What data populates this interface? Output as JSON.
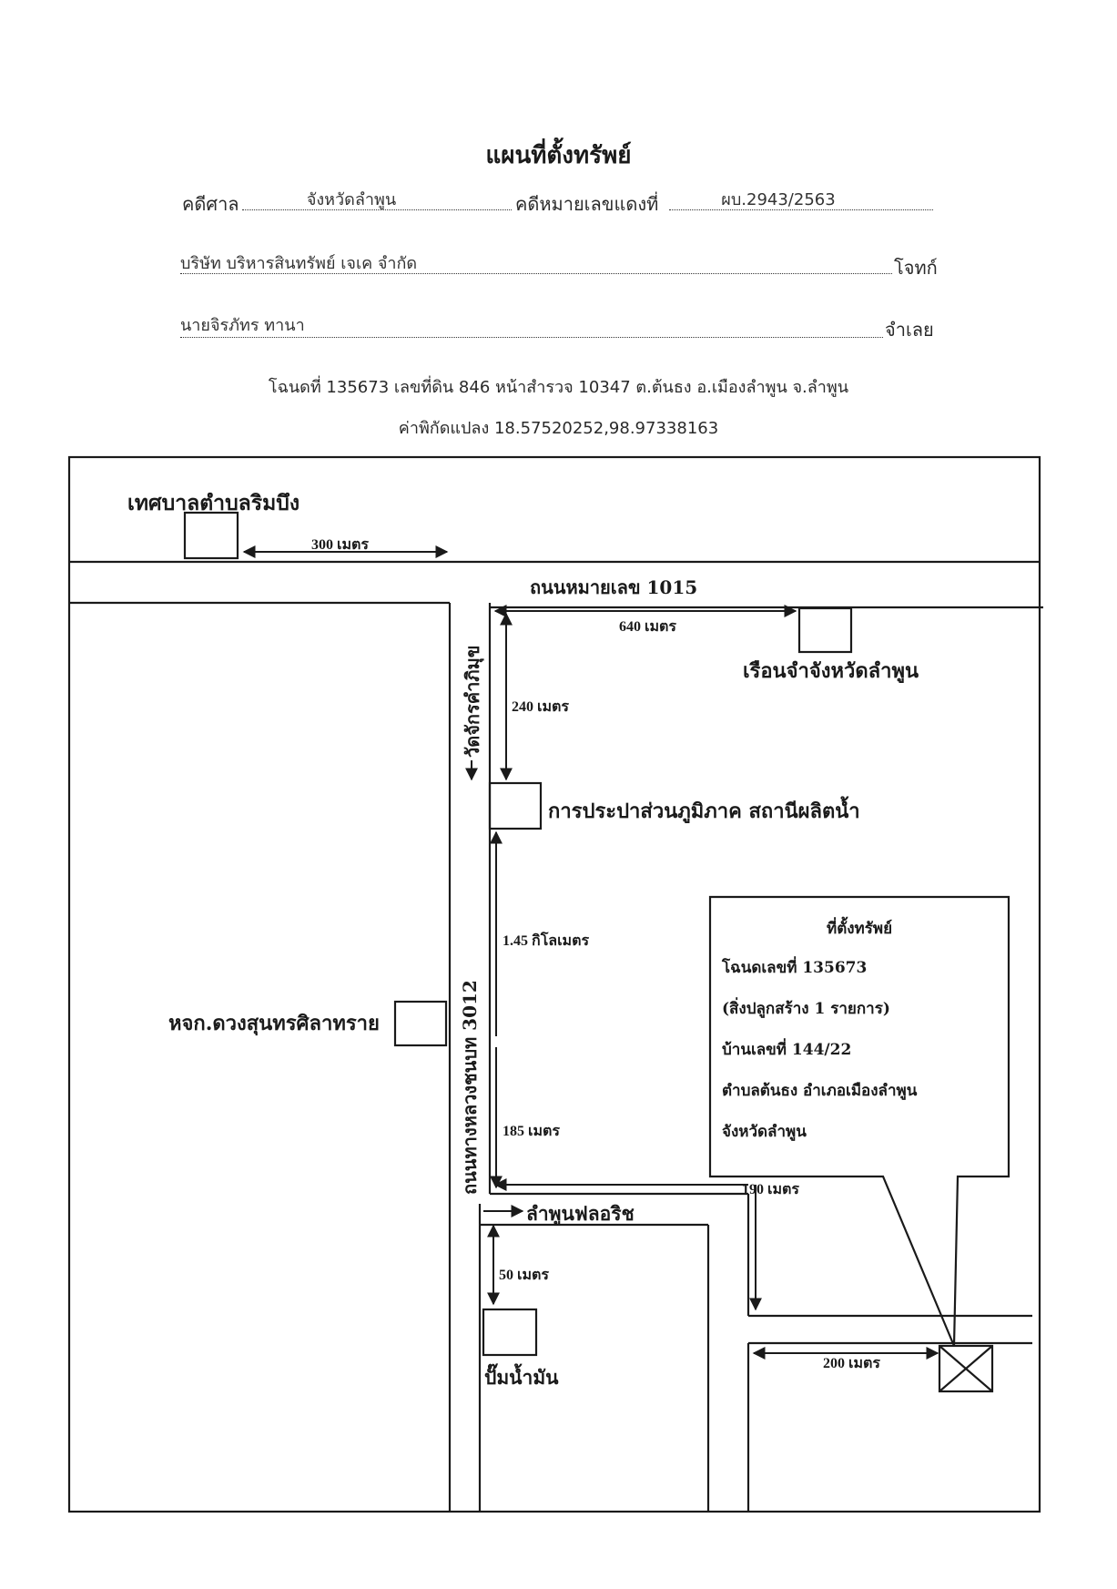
{
  "header": {
    "title": "แผนที่ตั้งทรัพย์",
    "court_label": "คดีศาล",
    "court_value": "จังหวัดลำพูน",
    "case_label": "คดีหมายเลขแดงที่",
    "case_value": "ผบ.2943/2563",
    "plaintiff_value": "บริษัท บริหารสินทรัพย์ เจเค จำกัด",
    "plaintiff_label": "โจทก์",
    "defendant_value": "นายจิรภัทร ทานา",
    "defendant_label": "จำเลย",
    "deed_line": "โฉนดที่ 135673 เลขที่ดิน 846 หน้าสำรวจ 10347  ต.ต้นธง อ.เมืองลำพูน จ.ลำพูน",
    "coord_line": "ค่าพิกัดแปลง  18.57520252,98.97338163"
  },
  "map": {
    "landmarks": {
      "municipality": "เทศบาลตำบลริมบึง",
      "prison": "เรือนจำจังหวัดลำพูน",
      "waterworks": "การประปาส่วนภูมิภาค สถานีผลิตน้ำ",
      "shop": "หจก.ดวงสุนทรศิลาทราย",
      "lamphun_flourish": "ลำพูนฟลอริช",
      "gas_station": "ปั๊มน้ำมัน",
      "temple": "วัดจักรคำภิมุข"
    },
    "roads": {
      "highway": "ถนนหมายเลข 1015",
      "rural_road": "ถนนทางหลวงชนบท 3012"
    },
    "distances": {
      "d300": "300 เมตร",
      "d640": "640 เมตร",
      "d240": "240 เมตร",
      "d145": "1.45 กิโลเมตร",
      "d185": "185 เมตร",
      "d190": "190 เมตร",
      "d50": "50 เมตร",
      "d200": "200 เมตร"
    },
    "property_box": {
      "heading": "ที่ตั้งทรัพย์",
      "line1": "โฉนดเลขที่ 135673",
      "line2": "(สิ่งปลูกสร้าง 1 รายการ)",
      "line3": "บ้านเลขที่ 144/22",
      "line4": "ตำบลต้นธง อำเภอเมืองลำพูน",
      "line5": "จังหวัดลำพูน"
    }
  }
}
